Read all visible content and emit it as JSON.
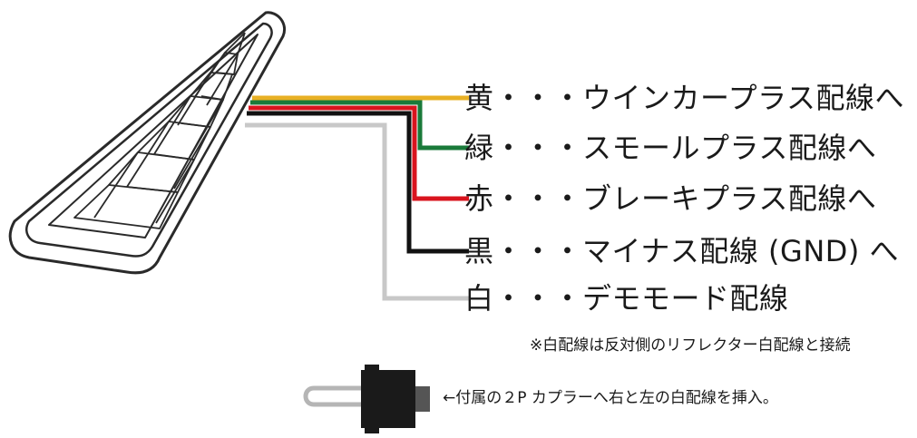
{
  "wires": [
    {
      "id": "yellow",
      "color": "#e8b024",
      "label": "黄・・・ウインカープラス配線へ"
    },
    {
      "id": "green",
      "color": "#1a7a3a",
      "label": "緑・・・スモールプラス配線へ"
    },
    {
      "id": "red",
      "color": "#d9141e",
      "label": "赤・・・ブレーキプラス配線へ"
    },
    {
      "id": "black",
      "color": "#111111",
      "label": "黒・・・マイナス配線 (GND) へ"
    },
    {
      "id": "white",
      "color": "#c8c8c8",
      "label": "白・・・デモモード配線"
    }
  ],
  "note": "※白配線は反対側のリフレクター白配線と接続",
  "coupler_note": "←付属の２P カプラーへ右と左の白配線を挿入。",
  "colors": {
    "reflector_outline": "#2a2a2a",
    "reflector_fill": "#ffffff",
    "coupler": "#1a1a1a",
    "coupler_cap": "#555555",
    "loop": "#b5b5b5"
  }
}
